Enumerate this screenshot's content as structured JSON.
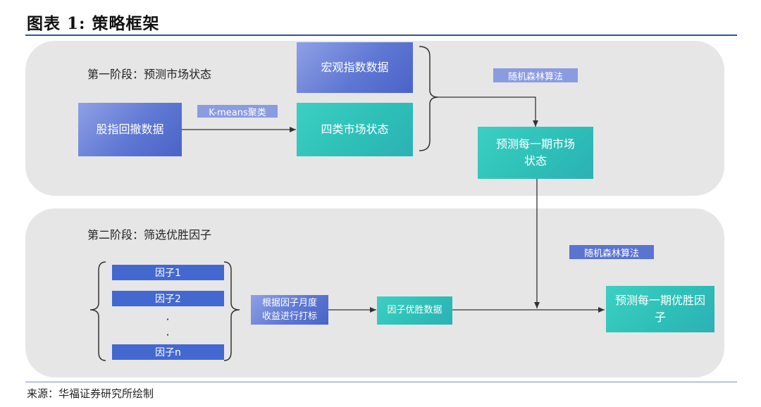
{
  "figure": {
    "title": "图表 1:  策略框架",
    "source": "来源：华福证券研究所绘制"
  },
  "stage1": {
    "label": "第一阶段：预测市场状态",
    "macro_box": "宏观指数数据",
    "index_box": "股指回撤数据",
    "kmeans_tag": "K-means聚类",
    "market_states_box": "四类市场状态",
    "rf_tag": "随机森林算法",
    "predict_box": "预测每一期市场状态"
  },
  "stage2": {
    "label": "第二阶段：筛选优胜因子",
    "factors": [
      "因子1",
      "因子2",
      "因子n"
    ],
    "dots": [
      "·",
      "·"
    ],
    "scoring_box": "根据因子月度收益进行打标",
    "winner_data_box": "因子优胜数据",
    "rf_tag": "随机森林算法",
    "predict_box": "预测每一期优胜因子"
  },
  "colors": {
    "rule": "#2d5597",
    "panel": "#e6e6e6",
    "blue_box": "#5f78d3",
    "teal_box": "#2dbfb7",
    "factor_bar": "#4368cf",
    "tag": "#5b74cf",
    "line": "#333333"
  }
}
